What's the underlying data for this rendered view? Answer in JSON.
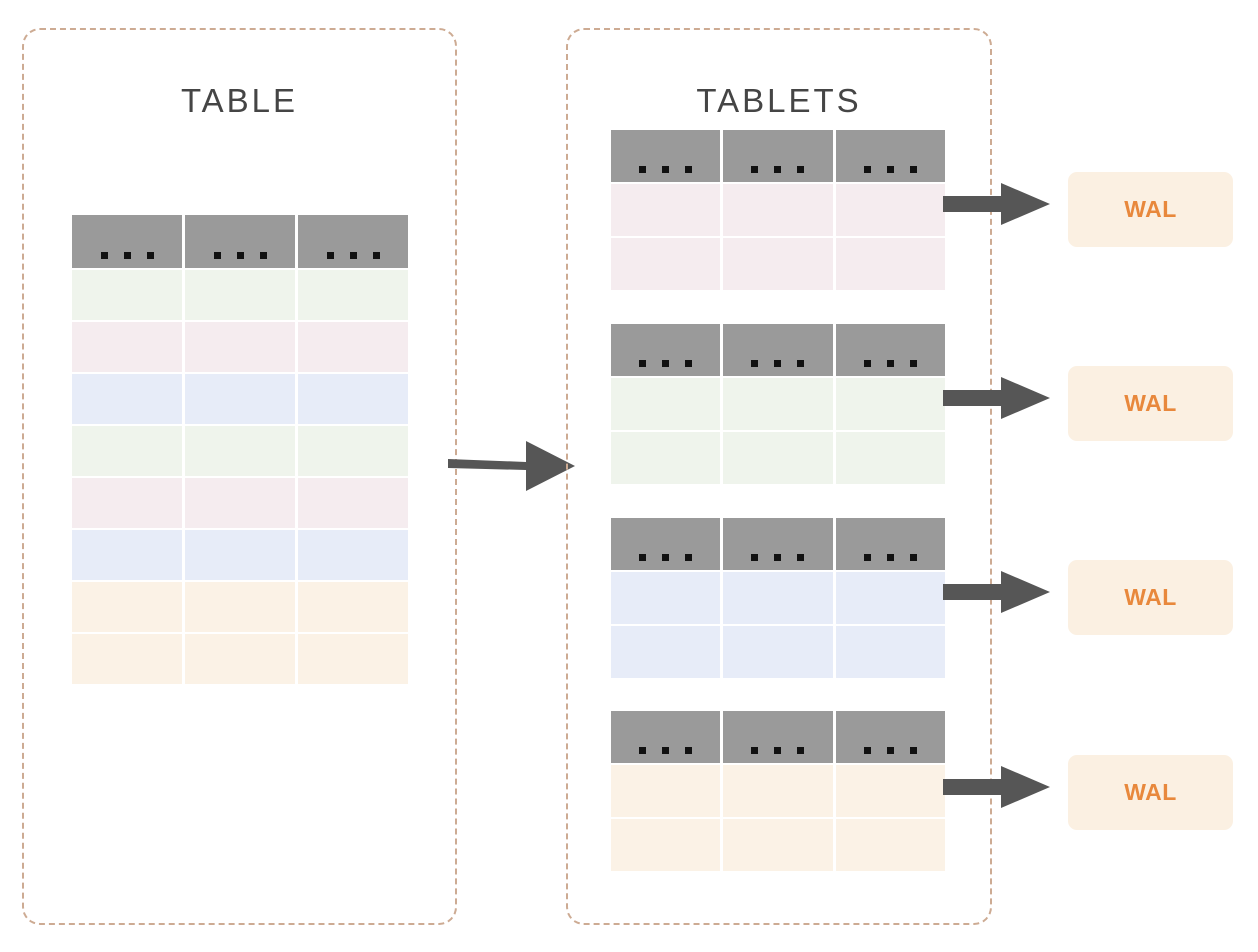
{
  "diagram": {
    "title_left": "TABLE",
    "title_right": "TABLETS",
    "accent_orange": "#e8883c",
    "panel_border_color": "#cdab93",
    "header_gray": "#9a9a9a",
    "arrow_color": "#565656",
    "wal_box_bg": "#fbf0e2",
    "row_colors": {
      "green": "#eff4ec",
      "pink": "#f5ecef",
      "blue": "#e7ecf8",
      "orange": "#fbf2e6"
    },
    "ellipsis_label": "..."
  },
  "table": {
    "name": "TABLE",
    "column_count": 3,
    "header": {
      "cells": [
        "...",
        "...",
        "..."
      ]
    },
    "rows": [
      {
        "color_key": "green",
        "color": "#eff4ec"
      },
      {
        "color_key": "pink",
        "color": "#f5ecef"
      },
      {
        "color_key": "blue",
        "color": "#e7ecf8"
      },
      {
        "color_key": "green",
        "color": "#eff4ec"
      },
      {
        "color_key": "pink",
        "color": "#f5ecef"
      },
      {
        "color_key": "blue",
        "color": "#e7ecf8"
      },
      {
        "color_key": "orange",
        "color": "#fbf2e6"
      },
      {
        "color_key": "orange",
        "color": "#fbf2e6"
      }
    ]
  },
  "tablets": [
    {
      "index": 1,
      "header": {
        "cells": [
          "...",
          "...",
          "..."
        ]
      },
      "rows": [
        {
          "color_key": "pink",
          "color": "#f5ecef"
        },
        {
          "color_key": "pink",
          "color": "#f5ecef"
        }
      ],
      "wal": {
        "label": "WAL"
      }
    },
    {
      "index": 2,
      "header": {
        "cells": [
          "...",
          "...",
          "..."
        ]
      },
      "rows": [
        {
          "color_key": "green",
          "color": "#eff4ec"
        },
        {
          "color_key": "green",
          "color": "#eff4ec"
        }
      ],
      "wal": {
        "label": "WAL"
      }
    },
    {
      "index": 3,
      "header": {
        "cells": [
          "...",
          "...",
          "..."
        ]
      },
      "rows": [
        {
          "color_key": "blue",
          "color": "#e7ecf8"
        },
        {
          "color_key": "blue",
          "color": "#e7ecf8"
        }
      ],
      "wal": {
        "label": "WAL"
      }
    },
    {
      "index": 4,
      "header": {
        "cells": [
          "...",
          "...",
          "..."
        ]
      },
      "rows": [
        {
          "color_key": "orange",
          "color": "#fbf2e6"
        },
        {
          "color_key": "orange",
          "color": "#fbf2e6"
        }
      ],
      "wal": {
        "label": "WAL"
      }
    }
  ]
}
